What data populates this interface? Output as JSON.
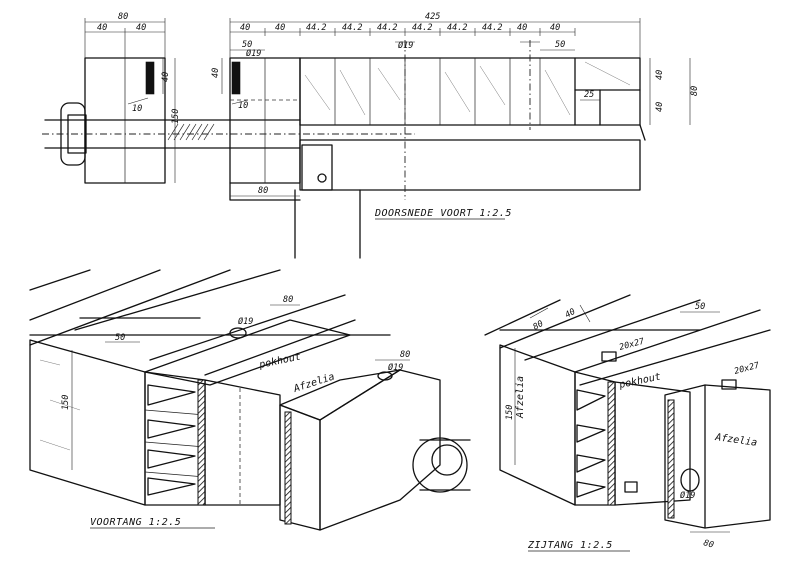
{
  "section_view": {
    "caption": "DOORSNEDE VOORT 1:2.5",
    "dims_top": {
      "left_total": "80",
      "left_a": "40",
      "left_b": "40",
      "main_total": "425",
      "seg": [
        "40",
        "40",
        "44.2",
        "44.2",
        "44.2",
        "44.2",
        "44.2",
        "44.2",
        "40",
        "40"
      ],
      "dia_top": "Ø19",
      "mid_50_left": "50",
      "mid_50_right": "50"
    },
    "dims_side": {
      "left_h_total": "150",
      "left_h_top": "40",
      "angle_left": "10",
      "mid_40": "40",
      "mid_dia": "Ø19",
      "angle_mid": "10",
      "right_40": "40",
      "right_40b": "40",
      "right_80": "80",
      "right_25": "25",
      "bottom_80": "80"
    }
  },
  "front_vise": {
    "caption": "VOORTANG 1:2.5",
    "dim_80": "80",
    "dim_50": "50",
    "dim_150": "150",
    "dim_80_jaw": "80",
    "hole_dia": "Ø19",
    "hole_dia_jaw": "Ø19",
    "label_wood": "pokhout",
    "label_jaw": "Afzelia"
  },
  "side_vise": {
    "caption": "ZIJTANG 1:2.5",
    "dim_80_top": "80",
    "dim_50": "50",
    "dim_40": "40",
    "dim_150": "150",
    "dim_80_bottom": "80",
    "hole_label_1": "20x27",
    "hole_label_2": "20x27",
    "hole_dia": "Ø19",
    "label_wood": "pokhout",
    "label_side": "Afzelia",
    "label_jaw": "Afzelia"
  }
}
